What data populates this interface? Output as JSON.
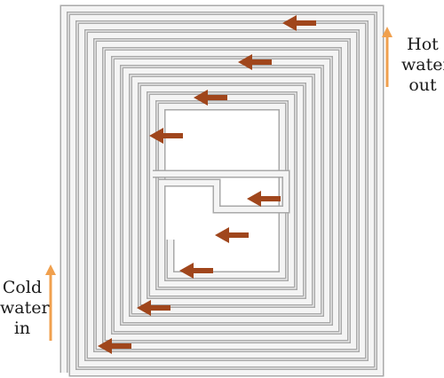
{
  "labels": {
    "hot": [
      "Hot",
      "water",
      "out"
    ],
    "cold": [
      "Cold",
      "water",
      "in"
    ]
  },
  "colors": {
    "pipe_fill": "#f4f4f4",
    "pipe_edge": "#a9a9a9",
    "flow_arrow": "#a0461c",
    "direction_arrow": "#f0a04e"
  },
  "icons": {
    "flow_arrow": "left-arrow-icon",
    "direction_arrow": "up-arrow-icon"
  },
  "flow_direction": "inward-to-outward spiral, cold water enters bottom-left, hot water exits top-right"
}
